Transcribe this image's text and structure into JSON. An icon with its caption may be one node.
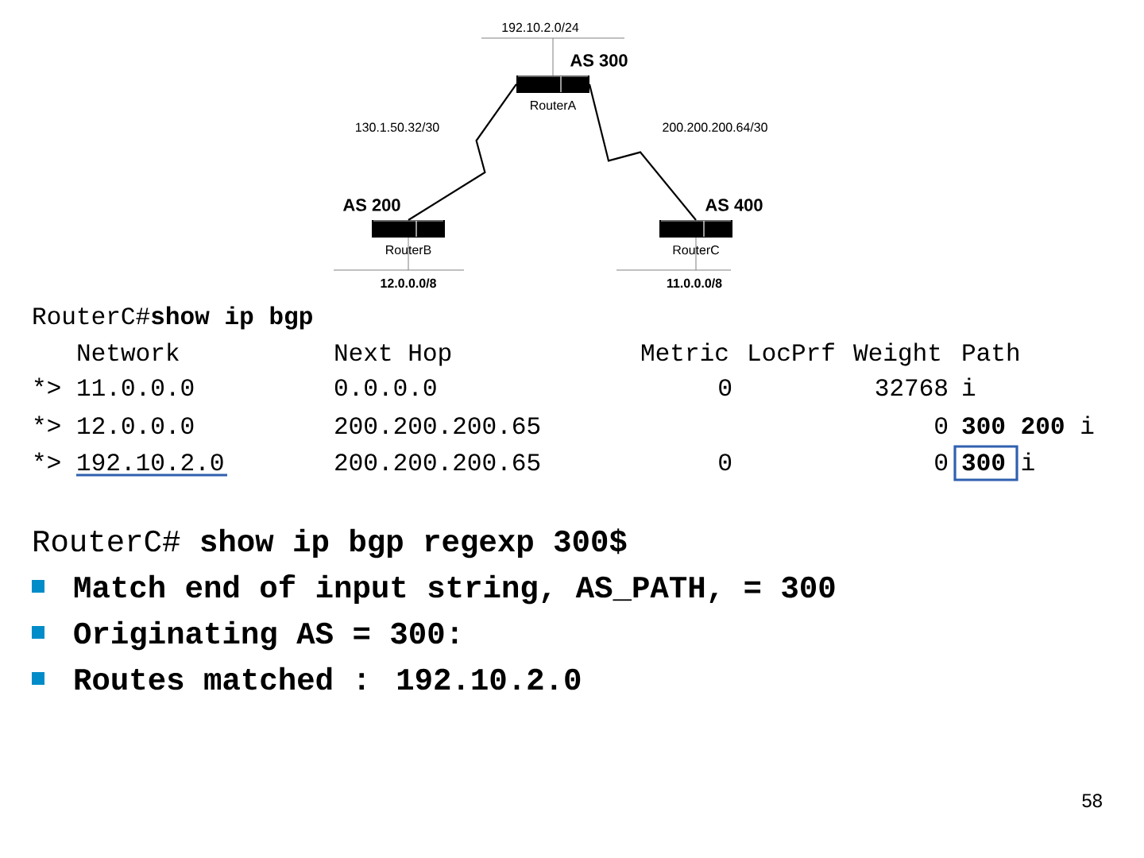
{
  "diagram": {
    "nodes": [
      {
        "text": [
          "RouterA"
        ],
        "beside": [
          "AS 300"
        ]
      },
      {
        "text": [
          "RouterB"
        ],
        "beside": [
          "AS 200"
        ]
      },
      {
        "text": [
          "RouterC"
        ],
        "beside": [
          "AS 400"
        ]
      }
    ],
    "edges": [
      {
        "from": 0,
        "to": 1,
        "arrow": "none",
        "label": "130.1.50.32/30"
      },
      {
        "from": 0,
        "to": 2,
        "arrow": "none",
        "label": "200.200.200.64/30"
      }
    ],
    "labels": [
      "192.10.2.0/24",
      "12.0.0.0/8",
      "11.0.0.0/8",
      "RouterC#**show ip bgp**",
      "Network",
      "Next Hop",
      "Metric",
      "LocPrf",
      "Weight",
      "Path",
      "*>",
      "11.0.0.0",
      "0.0.0.0",
      "0",
      "32768",
      "i",
      "*>",
      "12.0.0.0",
      "200.200.200.65",
      "0",
      "**300 200** i",
      "*>",
      "192.10.2.0",
      "200.200.200.65",
      "0",
      "0",
      "**300** i",
      "RouterC# **show ip bgp regexp 300$**",
      "Match end of input string, AS_PATH, = 300",
      "Originating AS = 300:",
      "Routes matched : 192.10.2.0",
      "58"
    ]
  }
}
